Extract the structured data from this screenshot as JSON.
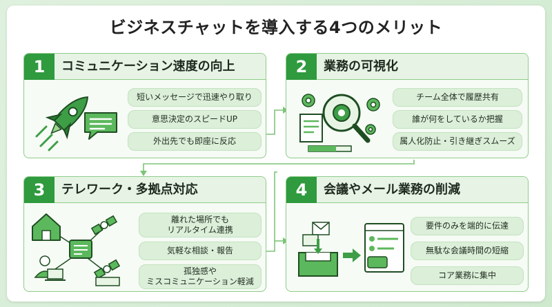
{
  "title": "ビジネスチャットを導入する4つのメリット",
  "cards": [
    {
      "num": "1",
      "title": "コミュニケーション速度の向上",
      "items": [
        "短いメッセージで迅速やり取り",
        "意思決定のスピードUP",
        "外出先でも即座に反応"
      ]
    },
    {
      "num": "2",
      "title": "業務の可視化",
      "items": [
        "チーム全体で履歴共有",
        "誰が何をしているか把握",
        "属人化防止・引き継ぎスムーズ"
      ]
    },
    {
      "num": "3",
      "title": "テレワーク・多拠点対応",
      "items": [
        "離れた場所でも\nリアルタイム連携",
        "気軽な相談・報告",
        "孤独感や\nミスコミュニケーション軽減"
      ]
    },
    {
      "num": "4",
      "title": "会議やメール業務の削減",
      "items": [
        "要件のみを端的に伝達",
        "無駄な会議時間の短縮",
        "コア業務に集中"
      ]
    }
  ],
  "colors": {
    "accent": "#2f9a3e",
    "border": "#8fcb8a",
    "pill": "#dcefd9",
    "header": "#e7f4e5"
  },
  "icons": [
    "rocket-icon",
    "chat-bubble-icon",
    "gear-icon",
    "magnifier-icon",
    "document-icon",
    "house-icon",
    "laptop-user-icon",
    "satellite-icon",
    "inbox-tray-icon",
    "email-icon",
    "chat-window-icon",
    "arrow-right-icon"
  ]
}
